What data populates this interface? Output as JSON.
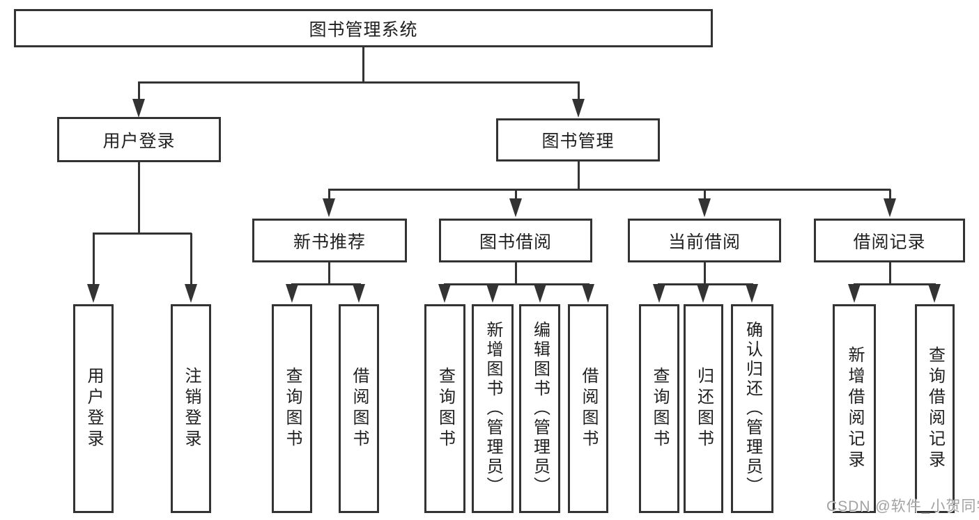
{
  "diagram": {
    "title": "图书管理系统",
    "type": "hierarchy-tree",
    "watermark": "CSDN @软件_小贺同学",
    "colors": {
      "line": "#333333",
      "text": "#1f1f1f",
      "background": "#ffffff",
      "watermark": "#a2a2a2"
    }
  },
  "nodes": {
    "root": {
      "label": "图书管理系统",
      "level": 1
    },
    "user_login": {
      "label": "用户登录",
      "level": 2,
      "parent": "root"
    },
    "book_mgmt": {
      "label": "图书管理",
      "level": 2,
      "parent": "root"
    },
    "new_book_rec": {
      "label": "新书推荐",
      "level": 3,
      "parent": "book_mgmt"
    },
    "book_borrow": {
      "label": "图书借阅",
      "level": 3,
      "parent": "book_mgmt"
    },
    "current_borrow": {
      "label": "当前借阅",
      "level": 3,
      "parent": "book_mgmt"
    },
    "borrow_records": {
      "label": "借阅记录",
      "level": 3,
      "parent": "book_mgmt"
    },
    "leaf_user_login": {
      "label": "用户登录",
      "level": 4,
      "parent": "user_login"
    },
    "leaf_logout": {
      "label": "注销登录",
      "level": 4,
      "parent": "user_login"
    },
    "nbr_query_books": {
      "label": "查询图书",
      "level": 4,
      "parent": "new_book_rec"
    },
    "nbr_borrow_books": {
      "label": "借阅图书",
      "level": 4,
      "parent": "new_book_rec"
    },
    "bb_query_books": {
      "label": "查询图书",
      "level": 4,
      "parent": "book_borrow"
    },
    "bb_add_books": {
      "label": "新增图书（管理员）",
      "level": 4,
      "parent": "book_borrow"
    },
    "bb_edit_books": {
      "label": "编辑图书（管理员）",
      "level": 4,
      "parent": "book_borrow"
    },
    "bb_borrow_books": {
      "label": "借阅图书",
      "level": 4,
      "parent": "book_borrow"
    },
    "cb_query_books": {
      "label": "查询图书",
      "level": 4,
      "parent": "current_borrow"
    },
    "cb_return_books": {
      "label": "归还图书",
      "level": 4,
      "parent": "current_borrow"
    },
    "cb_confirm_return": {
      "label": "确认归还（管理员）",
      "level": 4,
      "parent": "current_borrow"
    },
    "br_add_record": {
      "label": "新增借阅记录",
      "level": 4,
      "parent": "borrow_records"
    },
    "br_query_record": {
      "label": "查询借阅记录",
      "level": 4,
      "parent": "borrow_records"
    }
  }
}
